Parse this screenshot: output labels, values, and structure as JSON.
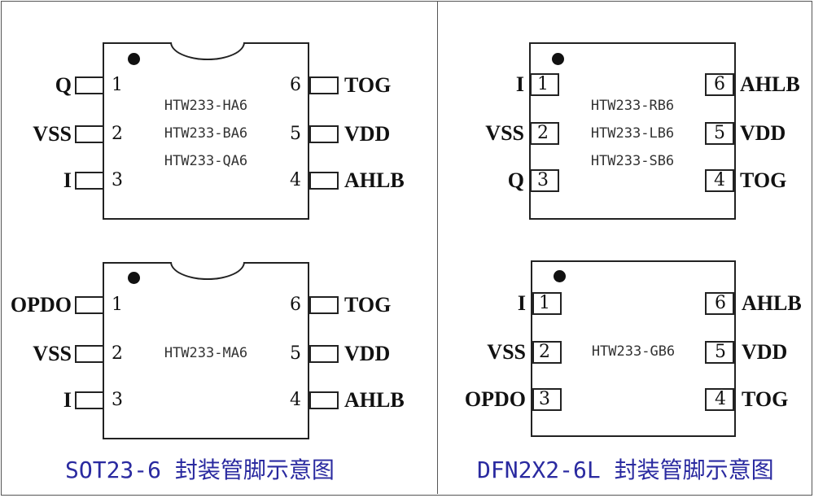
{
  "captions": {
    "sot": "SOT23-6 封装管脚示意图",
    "dfn": "DFN2X2-6L 封装管脚示意图"
  },
  "chips": {
    "sot_top": {
      "part_numbers": [
        "HTW233-HA6",
        "HTW233-BA6",
        "HTW233-QA6"
      ],
      "left_pins": [
        {
          "num": "1",
          "label": "Q"
        },
        {
          "num": "2",
          "label": "VSS"
        },
        {
          "num": "3",
          "label": "I"
        }
      ],
      "right_pins": [
        {
          "num": "6",
          "label": "TOG"
        },
        {
          "num": "5",
          "label": "VDD"
        },
        {
          "num": "4",
          "label": "AHLB"
        }
      ]
    },
    "sot_bottom": {
      "part_numbers": [
        "HTW233-MA6"
      ],
      "left_pins": [
        {
          "num": "1",
          "label": "OPDO"
        },
        {
          "num": "2",
          "label": "VSS"
        },
        {
          "num": "3",
          "label": "I"
        }
      ],
      "right_pins": [
        {
          "num": "6",
          "label": "TOG"
        },
        {
          "num": "5",
          "label": "VDD"
        },
        {
          "num": "4",
          "label": "AHLB"
        }
      ]
    },
    "dfn_top": {
      "part_numbers": [
        "HTW233-RB6",
        "HTW233-LB6",
        "HTW233-SB6"
      ],
      "left_pins": [
        {
          "num": "1",
          "label": "I"
        },
        {
          "num": "2",
          "label": "VSS"
        },
        {
          "num": "3",
          "label": "Q"
        }
      ],
      "right_pins": [
        {
          "num": "6",
          "label": "AHLB"
        },
        {
          "num": "5",
          "label": "VDD"
        },
        {
          "num": "4",
          "label": "TOG"
        }
      ]
    },
    "dfn_bottom": {
      "part_numbers": [
        "HTW233-GB6"
      ],
      "left_pins": [
        {
          "num": "1",
          "label": "I"
        },
        {
          "num": "2",
          "label": "VSS"
        },
        {
          "num": "3",
          "label": "OPDO"
        }
      ],
      "right_pins": [
        {
          "num": "6",
          "label": "AHLB"
        },
        {
          "num": "5",
          "label": "VDD"
        },
        {
          "num": "4",
          "label": "TOG"
        }
      ]
    }
  }
}
